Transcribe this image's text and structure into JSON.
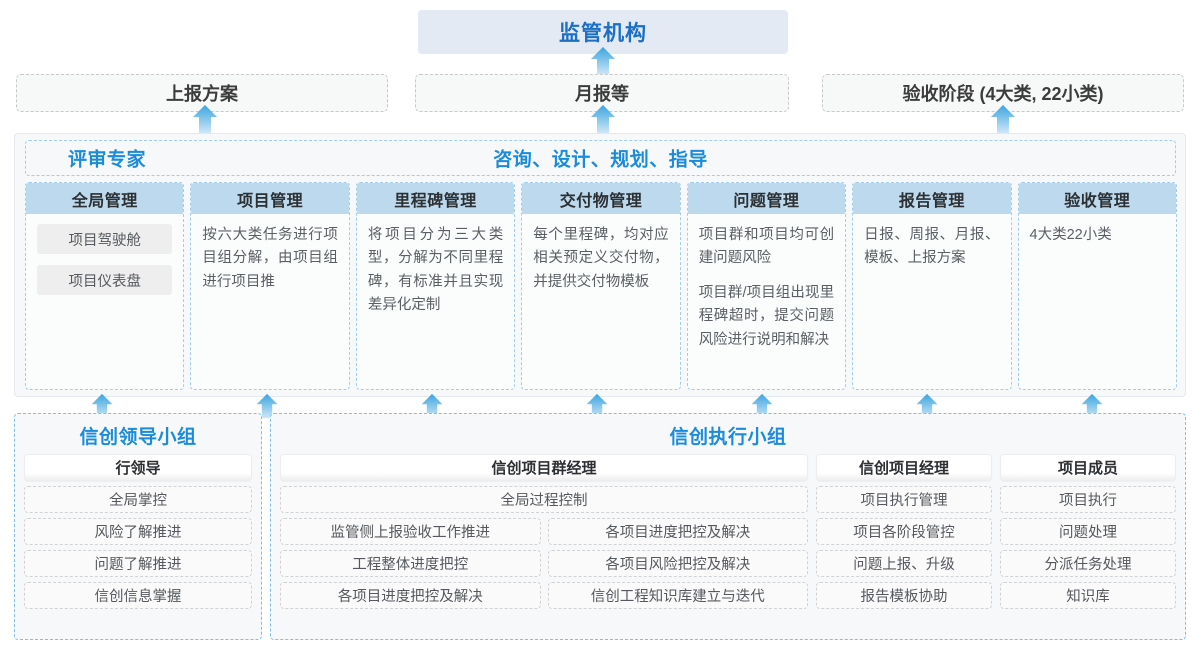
{
  "top": {
    "regulator": "监管机构",
    "reports": [
      {
        "label": "上报方案"
      },
      {
        "label": "月报等"
      },
      {
        "label": "验收阶段 (4大类, 22小类)"
      }
    ]
  },
  "middle": {
    "header_left": "评审专家",
    "header_center": "咨询、设计、规划、指导",
    "modules": [
      {
        "title": "全局管理",
        "chips": [
          "项目驾驶舱",
          "项目仪表盘"
        ],
        "paragraphs": []
      },
      {
        "title": "项目管理",
        "chips": [],
        "paragraphs": [
          "按六大类任务进行项目组分解，由项目组进行项目推"
        ]
      },
      {
        "title": "里程碑管理",
        "chips": [],
        "paragraphs": [
          "将项目分为三大类型，分解为不同里程碑，有标准并且实现差异化定制"
        ]
      },
      {
        "title": "交付物管理",
        "chips": [],
        "paragraphs": [
          "每个里程碑，均对应相关预定义交付物，并提供交付物模板"
        ]
      },
      {
        "title": "问题管理",
        "chips": [],
        "paragraphs": [
          "项目群和项目均可创建问题风险",
          "项目群/项目组出现里程碑超时，提交问题风险进行说明和解决"
        ]
      },
      {
        "title": "报告管理",
        "chips": [],
        "paragraphs": [
          "日报、周报、月报、模板、上报方案"
        ]
      },
      {
        "title": "验收管理",
        "chips": [],
        "paragraphs": [
          "4大类22小类"
        ]
      }
    ]
  },
  "bottom": {
    "leading_group": {
      "title": "信创领导小组",
      "role": "行领导",
      "items": [
        "全局掌控",
        "风险了解推进",
        "问题了解推进",
        "信创信息掌握"
      ]
    },
    "exec_group": {
      "title": "信创执行小组",
      "program_manager": {
        "role": "信创项目群经理",
        "full_width_item": "全局过程控制",
        "left_items": [
          "监管侧上报验收工作推进",
          "工程整体进度把控",
          "各项目进度把控及解决"
        ],
        "right_items": [
          "各项目进度把控及解决",
          "各项目风险把控及解决",
          "信创工程知识库建立与迭代"
        ]
      },
      "project_manager": {
        "role": "信创项目经理",
        "items": [
          "项目执行管理",
          "项目各阶段管控",
          "问题上报、升级",
          "报告模板协助"
        ]
      },
      "project_member": {
        "role": "项目成员",
        "items": [
          "项目执行",
          "问题处理",
          "分派任务处理",
          "知识库"
        ]
      }
    }
  },
  "colors": {
    "accent_blue": "#1b8cdb",
    "regulator_bg": "#e3eaf4",
    "module_header_bg": "#bcd9ee",
    "arrow_blue": "#3aa5e0"
  },
  "arrows": {
    "to_regulator": "arrow-up-icon",
    "to_reports": "arrow-up-icon",
    "to_modules": "arrow-up-icon"
  }
}
